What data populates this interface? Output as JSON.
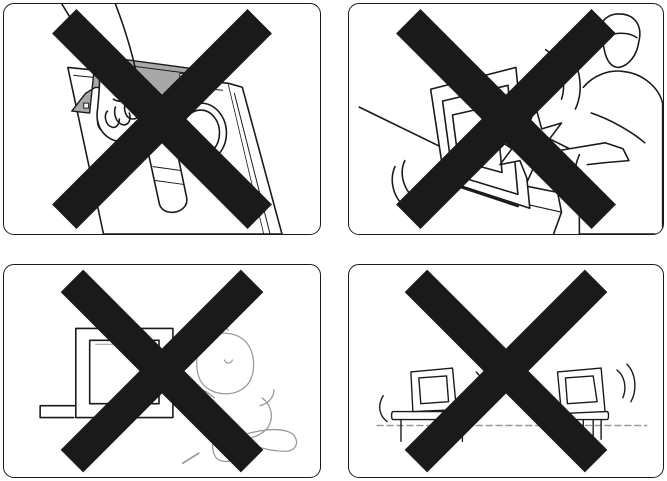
{
  "panels": [
    {
      "scene": "hand-lifting-panel-by-wall-bracket",
      "mark": "cross-icon"
    },
    {
      "scene": "person-bumping-panel-on-table",
      "mark": "cross-icon"
    },
    {
      "scene": "child-touching-screen-with-pen",
      "mark": "cross-icon"
    },
    {
      "scene": "panels-on-unstable-stands",
      "mark": "cross-icon"
    }
  ],
  "colors": {
    "line": "#1a1a1a",
    "fill": "#ffffff",
    "shade": "#a8a8a8",
    "light": "#9a9a9a"
  }
}
